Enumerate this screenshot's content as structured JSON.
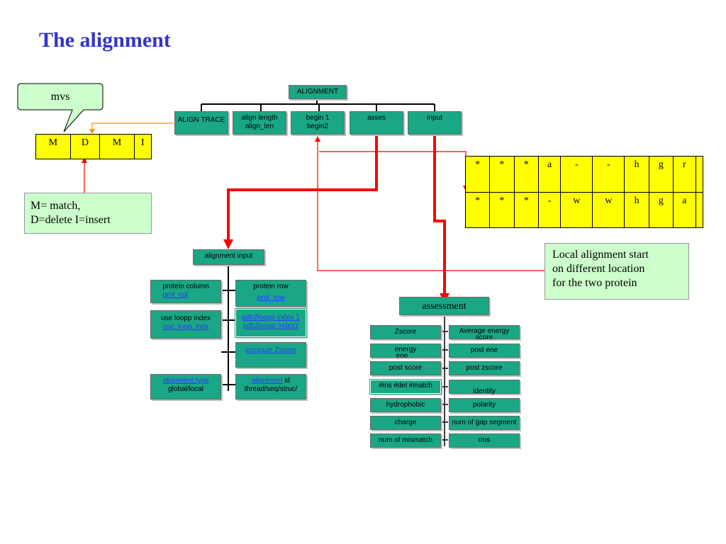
{
  "title": "The alignment",
  "callout": {
    "text": "mvs"
  },
  "mdmi": [
    "M",
    "D",
    "M",
    "I"
  ],
  "legend": {
    "line1": "M= match,",
    "line2": "D=delete I=insert"
  },
  "root": "ALIGNMENT",
  "top_nodes": {
    "trace": "ALIGN TRACE",
    "len1": "align length",
    "len2": "align_len",
    "begin1": "begin 1",
    "begin2": "begin2",
    "asses": "asses",
    "input": "input"
  },
  "seq_grid": {
    "row1": [
      "*",
      "*",
      "*",
      "a",
      "-",
      "-",
      "h",
      "g",
      "r",
      ""
    ],
    "row2": [
      "*",
      "*",
      "*",
      "-",
      "w",
      "w",
      "h",
      "g",
      "a",
      ""
    ]
  },
  "local_note": {
    "l1": "Local alignment start",
    "l2": "on different location",
    "l3": "for the two protein"
  },
  "input_tree": {
    "header": "alignment input",
    "pc1": "protein column",
    "pc2": "prot_col",
    "pr1": "protein row",
    "pr2": "prot_row",
    "ul1": "use loopp index",
    "ul2": "use_loop_indx",
    "pd1": "pdb2loopp index 1",
    "pd2": "pdb2loopp index2",
    "cz1": "compute",
    "cz2": " Zscore",
    "at1": "alignment type",
    "at2": "global/local",
    "ai1": "alignment",
    "ai2": " id",
    "ai3": "thread/seq/struc/"
  },
  "assessment": {
    "header": "assessment",
    "left": [
      "Zscore",
      "energy",
      "post score",
      "#ins #del #match",
      "hydrophobic",
      "charge",
      "num of mismatch"
    ],
    "left_energy_sub": "ene",
    "right_ae1": "Average energy",
    "right_ae2": "score",
    "right": [
      "post ene",
      "post zscore",
      "identity",
      "polarity",
      "num of gap segment",
      "rms"
    ]
  }
}
